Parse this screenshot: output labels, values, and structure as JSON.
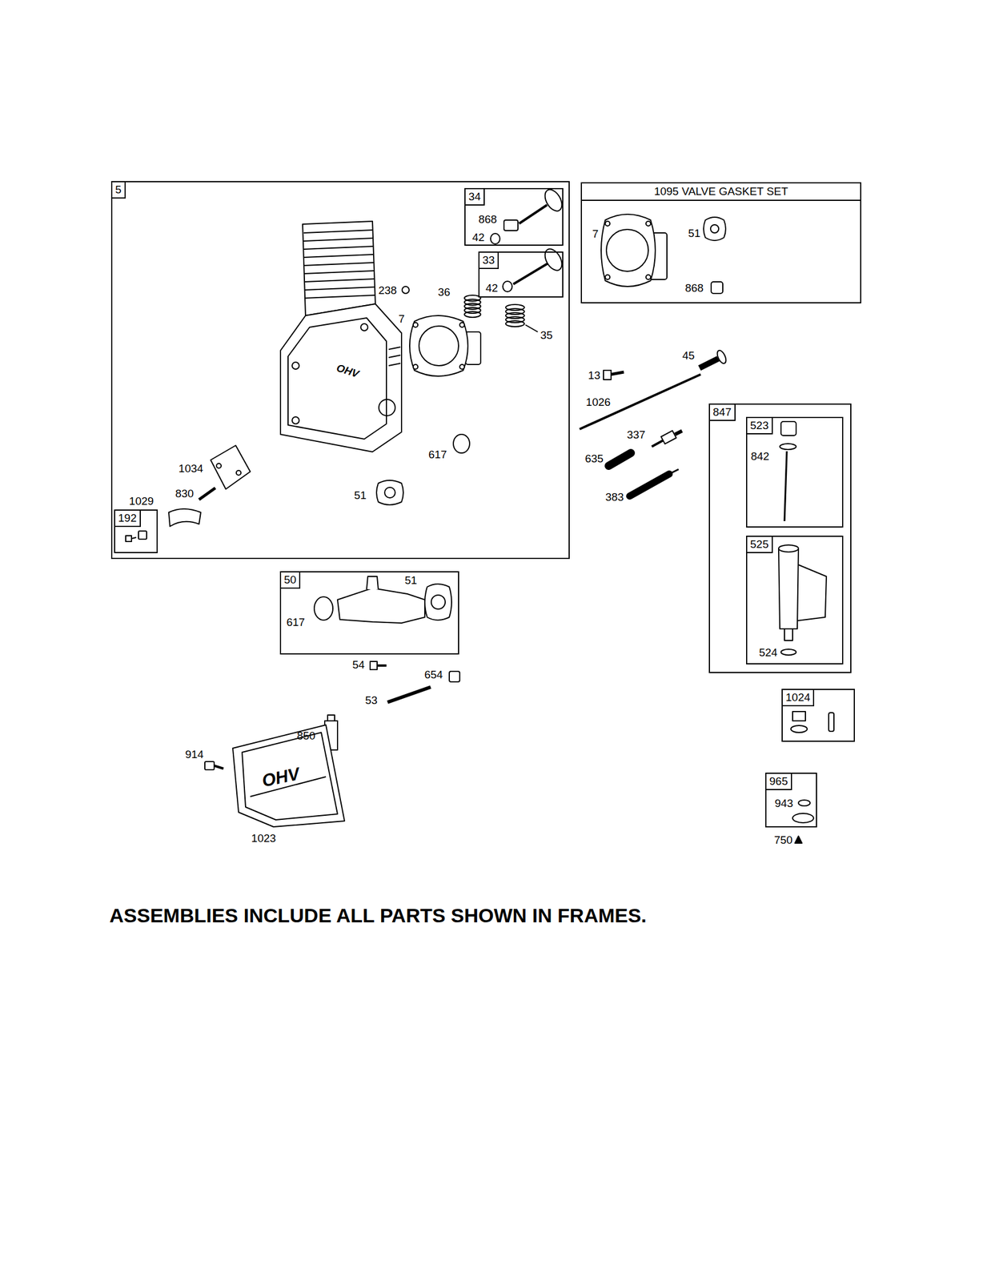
{
  "diagram": {
    "caption": "ASSEMBLIES INCLUDE ALL PARTS SHOWN IN FRAMES.",
    "nodes": [
      {
        "text": [
          "5",
          "238",
          "36",
          "7",
          "35",
          "617",
          "51",
          "1034",
          "830",
          "1029"
        ]
      },
      {
        "text": [
          "34",
          "868",
          "42"
        ],
        "in": 0
      },
      {
        "text": [
          "33",
          "42"
        ],
        "in": 0
      },
      {
        "text": [
          "192"
        ],
        "in": 0
      },
      {
        "text": [
          "1095 VALVE GASKET SET",
          "7",
          "51",
          "868"
        ]
      },
      {
        "text": [
          "50",
          "617",
          "51"
        ]
      },
      {
        "text": [
          "847"
        ]
      },
      {
        "text": [
          "523",
          "842"
        ],
        "in": 6
      },
      {
        "text": [
          "525",
          "524"
        ],
        "in": 6
      },
      {
        "text": [
          "1024"
        ]
      },
      {
        "text": [
          "965",
          "943"
        ]
      }
    ],
    "labels": [
      "13",
      "45",
      "1026",
      "337",
      "635",
      "383",
      "54",
      "654",
      "53",
      "850",
      "914",
      "1023",
      "750",
      "OHV",
      "OHV"
    ]
  }
}
